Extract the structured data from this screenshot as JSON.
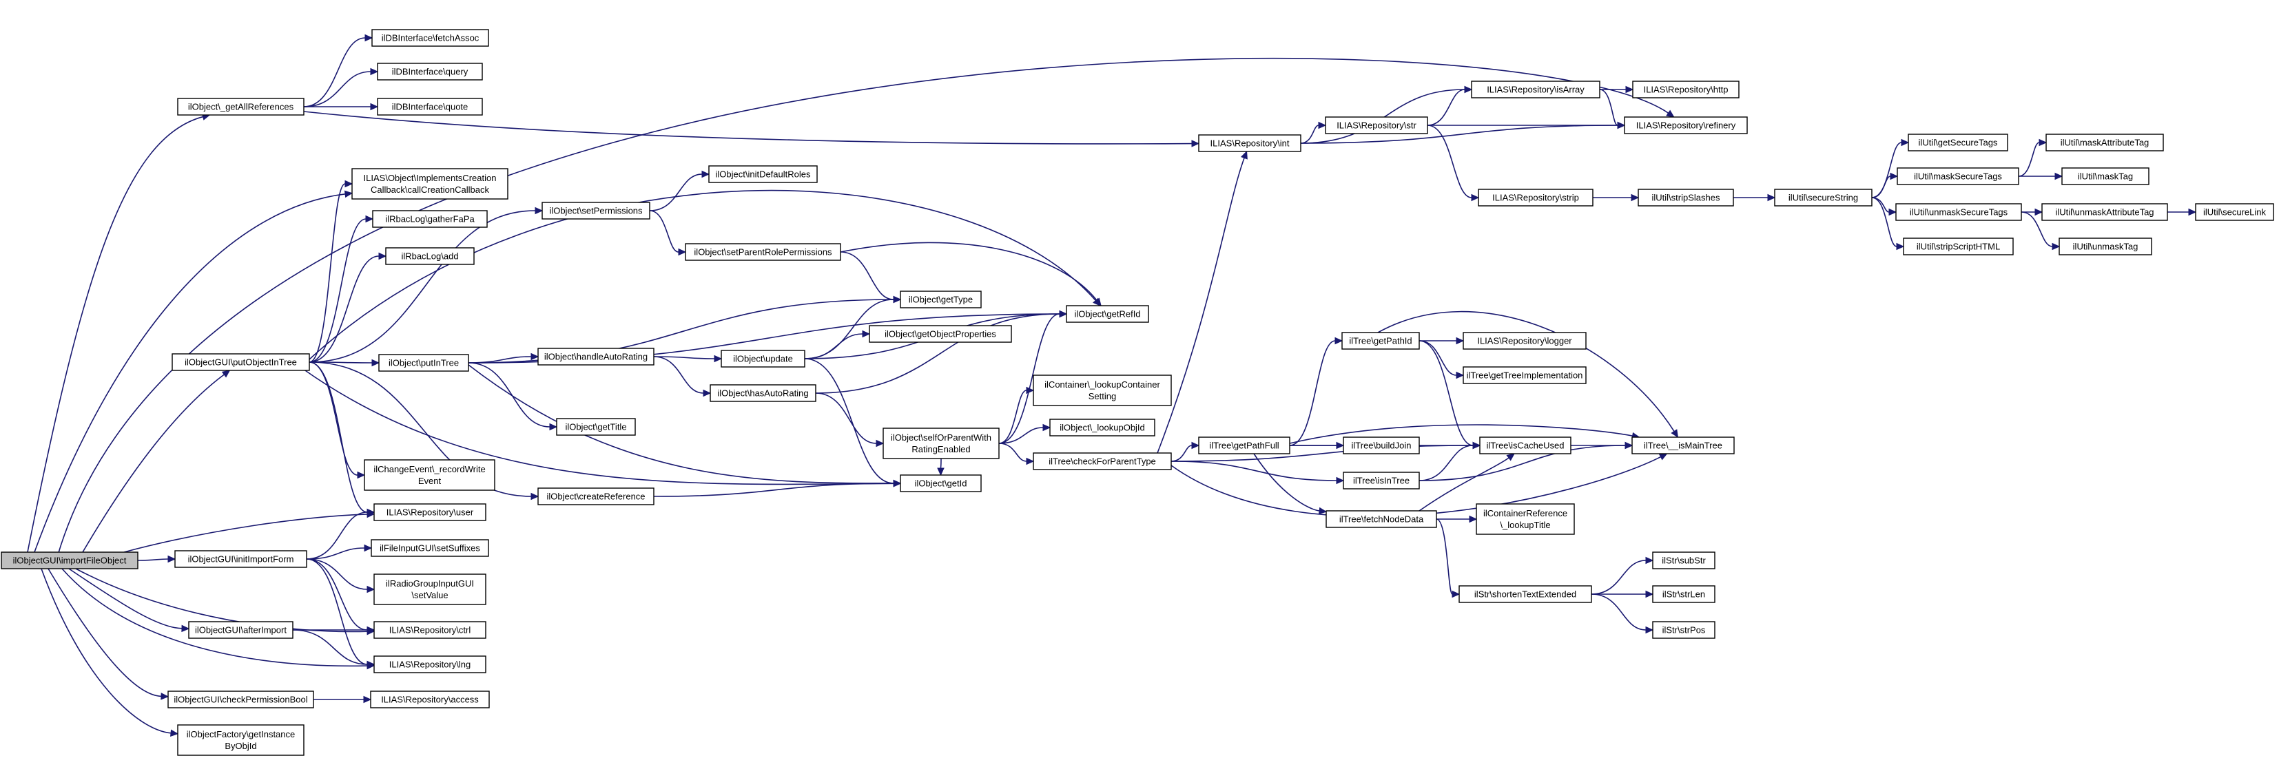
{
  "graph": {
    "nodes": [
      {
        "id": "importFileObject",
        "lines": [
          "ilObjectGUI\\importFileObject"
        ],
        "root": true
      },
      {
        "id": "getAllReferences",
        "lines": [
          "ilObject\\_getAllReferences"
        ]
      },
      {
        "id": "fetchAssoc",
        "lines": [
          "ilDBInterface\\fetchAssoc"
        ]
      },
      {
        "id": "query",
        "lines": [
          "ilDBInterface\\query"
        ]
      },
      {
        "id": "quote",
        "lines": [
          "ilDBInterface\\quote"
        ]
      },
      {
        "id": "callCreationCallback",
        "lines": [
          "ILIAS\\Object\\ImplementsCreation",
          "Callback\\callCreationCallback"
        ]
      },
      {
        "id": "gatherFaPa",
        "lines": [
          "ilRbacLog\\gatherFaPa"
        ]
      },
      {
        "id": "rbacAdd",
        "lines": [
          "ilRbacLog\\add"
        ]
      },
      {
        "id": "putObjectInTree",
        "lines": [
          "ilObjectGUI\\putObjectInTree"
        ]
      },
      {
        "id": "recordWriteEvent",
        "lines": [
          "ilChangeEvent\\_recordWrite",
          "Event"
        ]
      },
      {
        "id": "user",
        "lines": [
          "ILIAS\\Repository\\user"
        ]
      },
      {
        "id": "initImportForm",
        "lines": [
          "ilObjectGUI\\initImportForm"
        ]
      },
      {
        "id": "setSuffixes",
        "lines": [
          "ilFileInputGUI\\setSuffixes"
        ]
      },
      {
        "id": "radioSetValue",
        "lines": [
          "ilRadioGroupInputGUI",
          "\\setValue"
        ]
      },
      {
        "id": "afterImport",
        "lines": [
          "ilObjectGUI\\afterImport"
        ]
      },
      {
        "id": "ctrl",
        "lines": [
          "ILIAS\\Repository\\ctrl"
        ]
      },
      {
        "id": "lng",
        "lines": [
          "ILIAS\\Repository\\lng"
        ]
      },
      {
        "id": "checkPermissionBool",
        "lines": [
          "ilObjectGUI\\checkPermissionBool"
        ]
      },
      {
        "id": "access",
        "lines": [
          "ILIAS\\Repository\\access"
        ]
      },
      {
        "id": "getInstanceByObjId",
        "lines": [
          "ilObjectFactory\\getInstance",
          "ByObjId"
        ]
      },
      {
        "id": "setPermissions",
        "lines": [
          "ilObject\\setPermissions"
        ]
      },
      {
        "id": "initDefaultRoles",
        "lines": [
          "ilObject\\initDefaultRoles"
        ]
      },
      {
        "id": "setParentRolePermissions",
        "lines": [
          "ilObject\\setParentRolePermissions"
        ]
      },
      {
        "id": "getType",
        "lines": [
          "ilObject\\getType"
        ]
      },
      {
        "id": "putInTree",
        "lines": [
          "ilObject\\putInTree"
        ]
      },
      {
        "id": "handleAutoRating",
        "lines": [
          "ilObject\\handleAutoRating"
        ]
      },
      {
        "id": "update",
        "lines": [
          "ilObject\\update"
        ]
      },
      {
        "id": "getObjectProperties",
        "lines": [
          "ilObject\\getObjectProperties"
        ]
      },
      {
        "id": "hasAutoRating",
        "lines": [
          "ilObject\\hasAutoRating"
        ]
      },
      {
        "id": "getTitle",
        "lines": [
          "ilObject\\getTitle"
        ]
      },
      {
        "id": "selfOrParent",
        "lines": [
          "ilObject\\selfOrParentWith",
          "RatingEnabled"
        ]
      },
      {
        "id": "createReference",
        "lines": [
          "ilObject\\createReference"
        ]
      },
      {
        "id": "getId",
        "lines": [
          "ilObject\\getId"
        ]
      },
      {
        "id": "getRefId",
        "lines": [
          "ilObject\\getRefId"
        ]
      },
      {
        "id": "lookupContainerSetting",
        "lines": [
          "ilContainer\\_lookupContainer",
          "Setting"
        ]
      },
      {
        "id": "lookupObjId",
        "lines": [
          "ilObject\\_lookupObjId"
        ]
      },
      {
        "id": "checkForParentType",
        "lines": [
          "ilTree\\checkForParentType"
        ]
      },
      {
        "id": "repoInt",
        "lines": [
          "ILIAS\\Repository\\int"
        ]
      },
      {
        "id": "repoStr",
        "lines": [
          "ILIAS\\Repository\\str"
        ]
      },
      {
        "id": "isArray",
        "lines": [
          "ILIAS\\Repository\\isArray"
        ]
      },
      {
        "id": "http",
        "lines": [
          "ILIAS\\Repository\\http"
        ]
      },
      {
        "id": "refinery",
        "lines": [
          "ILIAS\\Repository\\refinery"
        ]
      },
      {
        "id": "repoStrip",
        "lines": [
          "ILIAS\\Repository\\strip"
        ]
      },
      {
        "id": "stripSlashes",
        "lines": [
          "ilUtil\\stripSlashes"
        ]
      },
      {
        "id": "secureString",
        "lines": [
          "ilUtil\\secureString"
        ]
      },
      {
        "id": "getSecureTags",
        "lines": [
          "ilUtil\\getSecureTags"
        ]
      },
      {
        "id": "maskSecureTags",
        "lines": [
          "ilUtil\\maskSecureTags"
        ]
      },
      {
        "id": "unmaskSecureTags",
        "lines": [
          "ilUtil\\unmaskSecureTags"
        ]
      },
      {
        "id": "stripScriptHTML",
        "lines": [
          "ilUtil\\stripScriptHTML"
        ]
      },
      {
        "id": "maskAttributeTag",
        "lines": [
          "ilUtil\\maskAttributeTag"
        ]
      },
      {
        "id": "maskTag",
        "lines": [
          "ilUtil\\maskTag"
        ]
      },
      {
        "id": "unmaskAttributeTag",
        "lines": [
          "ilUtil\\unmaskAttributeTag"
        ]
      },
      {
        "id": "unmaskTag",
        "lines": [
          "ilUtil\\unmaskTag"
        ]
      },
      {
        "id": "secureLink",
        "lines": [
          "ilUtil\\secureLink"
        ]
      },
      {
        "id": "getPathId",
        "lines": [
          "ilTree\\getPathId"
        ]
      },
      {
        "id": "logger",
        "lines": [
          "ILIAS\\Repository\\logger"
        ]
      },
      {
        "id": "getTreeImplementation",
        "lines": [
          "ilTree\\getTreeImplementation"
        ]
      },
      {
        "id": "getPathFull",
        "lines": [
          "ilTree\\getPathFull"
        ]
      },
      {
        "id": "buildJoin",
        "lines": [
          "ilTree\\buildJoin"
        ]
      },
      {
        "id": "isCacheUsed",
        "lines": [
          "ilTree\\isCacheUsed"
        ]
      },
      {
        "id": "isMainTree",
        "lines": [
          "ilTree\\__isMainTree"
        ]
      },
      {
        "id": "isInTree",
        "lines": [
          "ilTree\\isInTree"
        ]
      },
      {
        "id": "fetchNodeData",
        "lines": [
          "ilTree\\fetchNodeData"
        ]
      },
      {
        "id": "lookupTitle",
        "lines": [
          "ilContainerReference",
          "\\_lookupTitle"
        ]
      },
      {
        "id": "shortenTextExtended",
        "lines": [
          "ilStr\\shortenTextExtended"
        ]
      },
      {
        "id": "subStr",
        "lines": [
          "ilStr\\subStr"
        ]
      },
      {
        "id": "strLen",
        "lines": [
          "ilStr\\strLen"
        ]
      },
      {
        "id": "strPos",
        "lines": [
          "ilStr\\strPos"
        ]
      }
    ],
    "edges": [
      [
        "importFileObject",
        "getAllReferences"
      ],
      [
        "importFileObject",
        "putObjectInTree"
      ],
      [
        "importFileObject",
        "user"
      ],
      [
        "importFileObject",
        "initImportForm"
      ],
      [
        "importFileObject",
        "afterImport"
      ],
      [
        "importFileObject",
        "ctrl"
      ],
      [
        "importFileObject",
        "lng"
      ],
      [
        "importFileObject",
        "checkPermissionBool"
      ],
      [
        "importFileObject",
        "getInstanceByObjId"
      ],
      [
        "importFileObject",
        "callCreationCallback"
      ],
      [
        "importFileObject",
        "refinery"
      ],
      [
        "getAllReferences",
        "fetchAssoc"
      ],
      [
        "getAllReferences",
        "query"
      ],
      [
        "getAllReferences",
        "quote"
      ],
      [
        "getAllReferences",
        "repoInt"
      ],
      [
        "putObjectInTree",
        "callCreationCallback"
      ],
      [
        "putObjectInTree",
        "gatherFaPa"
      ],
      [
        "putObjectInTree",
        "rbacAdd"
      ],
      [
        "putObjectInTree",
        "setPermissions"
      ],
      [
        "putObjectInTree",
        "getRefId"
      ],
      [
        "putObjectInTree",
        "putInTree"
      ],
      [
        "putObjectInTree",
        "recordWriteEvent"
      ],
      [
        "putObjectInTree",
        "user"
      ],
      [
        "putObjectInTree",
        "createReference"
      ],
      [
        "putObjectInTree",
        "getId"
      ],
      [
        "initImportForm",
        "user"
      ],
      [
        "initImportForm",
        "setSuffixes"
      ],
      [
        "initImportForm",
        "radioSetValue"
      ],
      [
        "initImportForm",
        "ctrl"
      ],
      [
        "initImportForm",
        "lng"
      ],
      [
        "afterImport",
        "ctrl"
      ],
      [
        "afterImport",
        "lng"
      ],
      [
        "checkPermissionBool",
        "access"
      ],
      [
        "setPermissions",
        "initDefaultRoles"
      ],
      [
        "setPermissions",
        "setParentRolePermissions"
      ],
      [
        "setParentRolePermissions",
        "getType"
      ],
      [
        "setParentRolePermissions",
        "getRefId"
      ],
      [
        "putInTree",
        "getType"
      ],
      [
        "putInTree",
        "getRefId"
      ],
      [
        "putInTree",
        "handleAutoRating"
      ],
      [
        "putInTree",
        "getTitle"
      ],
      [
        "putInTree",
        "getId"
      ],
      [
        "handleAutoRating",
        "update"
      ],
      [
        "handleAutoRating",
        "hasAutoRating"
      ],
      [
        "update",
        "getType"
      ],
      [
        "update",
        "getObjectProperties"
      ],
      [
        "update",
        "getRefId"
      ],
      [
        "update",
        "getId"
      ],
      [
        "hasAutoRating",
        "getRefId"
      ],
      [
        "hasAutoRating",
        "selfOrParent"
      ],
      [
        "selfOrParent",
        "getRefId"
      ],
      [
        "selfOrParent",
        "lookupContainerSetting"
      ],
      [
        "selfOrParent",
        "lookupObjId"
      ],
      [
        "selfOrParent",
        "getId"
      ],
      [
        "selfOrParent",
        "checkForParentType"
      ],
      [
        "createReference",
        "getId"
      ],
      [
        "checkForParentType",
        "repoInt"
      ],
      [
        "checkForParentType",
        "getPathFull"
      ],
      [
        "checkForParentType",
        "isInTree"
      ],
      [
        "checkForParentType",
        "isMainTree"
      ],
      [
        "checkForParentType",
        "isCacheUsed"
      ],
      [
        "repoInt",
        "repoStr"
      ],
      [
        "repoInt",
        "isArray"
      ],
      [
        "repoInt",
        "refinery"
      ],
      [
        "repoStr",
        "isArray"
      ],
      [
        "repoStr",
        "refinery"
      ],
      [
        "repoStr",
        "repoStrip"
      ],
      [
        "isArray",
        "http"
      ],
      [
        "isArray",
        "refinery"
      ],
      [
        "repoStrip",
        "stripSlashes"
      ],
      [
        "stripSlashes",
        "secureString"
      ],
      [
        "secureString",
        "getSecureTags"
      ],
      [
        "secureString",
        "maskSecureTags"
      ],
      [
        "secureString",
        "unmaskSecureTags"
      ],
      [
        "secureString",
        "stripScriptHTML"
      ],
      [
        "maskSecureTags",
        "maskAttributeTag"
      ],
      [
        "maskSecureTags",
        "maskTag"
      ],
      [
        "unmaskSecureTags",
        "unmaskAttributeTag"
      ],
      [
        "unmaskSecureTags",
        "unmaskTag"
      ],
      [
        "unmaskAttributeTag",
        "secureLink"
      ],
      [
        "getPathFull",
        "getPathId"
      ],
      [
        "getPathFull",
        "buildJoin"
      ],
      [
        "getPathFull",
        "isCacheUsed"
      ],
      [
        "getPathFull",
        "fetchNodeData"
      ],
      [
        "getPathFull",
        "isMainTree"
      ],
      [
        "getPathId",
        "logger"
      ],
      [
        "getPathId",
        "getTreeImplementation"
      ],
      [
        "getPathId",
        "isCacheUsed"
      ],
      [
        "getPathId",
        "isMainTree"
      ],
      [
        "isCacheUsed",
        "isMainTree"
      ],
      [
        "isInTree",
        "isCacheUsed"
      ],
      [
        "isInTree",
        "isMainTree"
      ],
      [
        "fetchNodeData",
        "isCacheUsed"
      ],
      [
        "fetchNodeData",
        "lookupTitle"
      ],
      [
        "fetchNodeData",
        "shortenTextExtended"
      ],
      [
        "shortenTextExtended",
        "subStr"
      ],
      [
        "shortenTextExtended",
        "strLen"
      ],
      [
        "shortenTextExtended",
        "strPos"
      ]
    ]
  }
}
